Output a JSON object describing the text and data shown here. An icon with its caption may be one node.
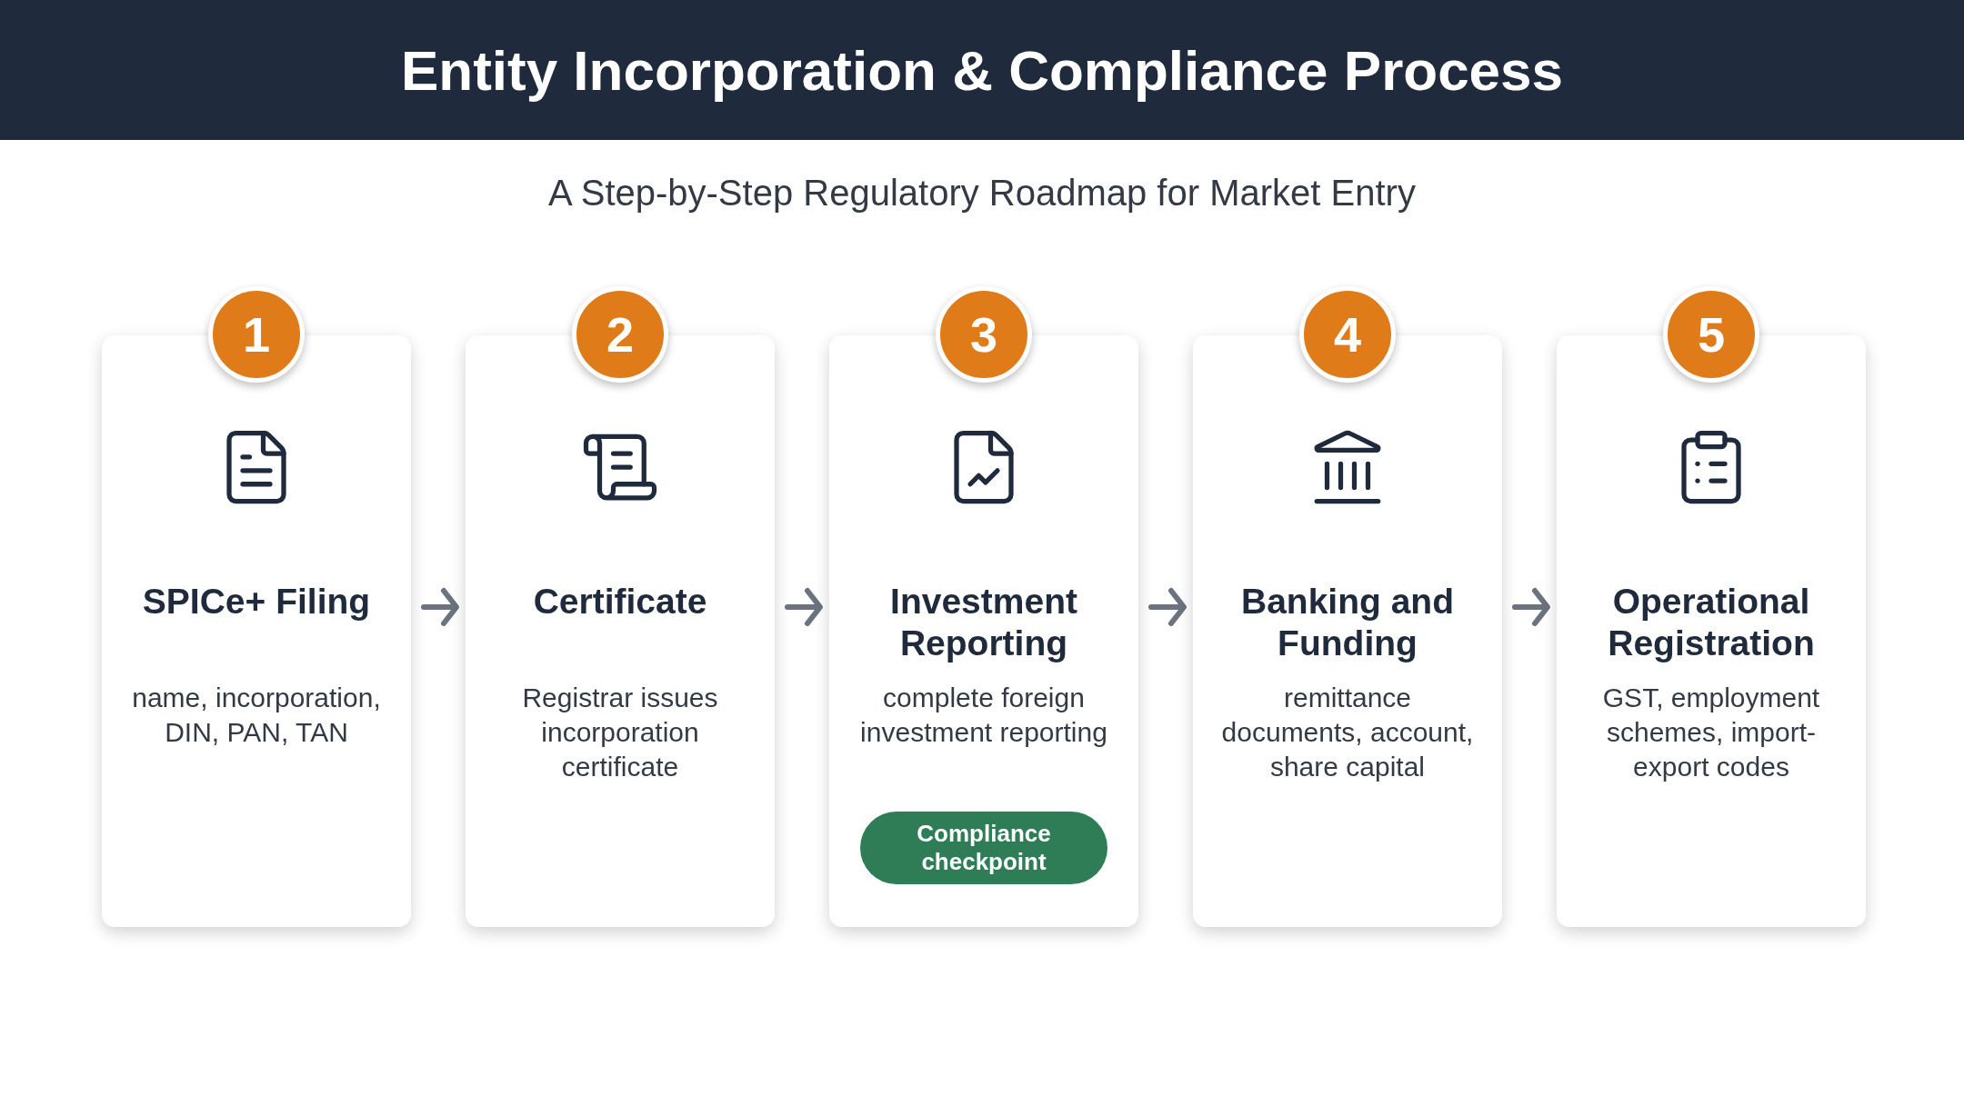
{
  "diagram": {
    "title": "Entity Incorporation & Compliance Process",
    "caption": "A Step-by-Step Regulatory Roadmap for Market Entry",
    "nodes": [
      {
        "text": [
          "SPICe+ Filing",
          "name, incorporation, DIN, PAN, TAN"
        ]
      },
      {
        "text": [
          "Certificate",
          "Registrar issues incorporation certificate"
        ]
      },
      {
        "text": [
          "Investment Reporting",
          "complete foreign investment reporting"
        ]
      },
      {
        "text": [
          "Banking and Funding",
          "remittance documents, account, share capital"
        ]
      },
      {
        "text": [
          "Operational Registration",
          "GST, employment schemes, import-export codes"
        ]
      },
      {
        "text": [
          "Compliance checkpoint"
        ],
        "in": 2
      },
      {
        "text": [
          "1"
        ]
      },
      {
        "text": [
          "2"
        ]
      },
      {
        "text": [
          "3"
        ]
      },
      {
        "text": [
          "4"
        ]
      },
      {
        "text": [
          "5"
        ]
      }
    ],
    "edges": [
      {
        "from": 0,
        "to": 1,
        "arrow": "to"
      },
      {
        "from": 1,
        "to": 2,
        "arrow": "to"
      },
      {
        "from": 2,
        "to": 3,
        "arrow": "to"
      },
      {
        "from": 3,
        "to": 4,
        "arrow": "to"
      }
    ]
  }
}
